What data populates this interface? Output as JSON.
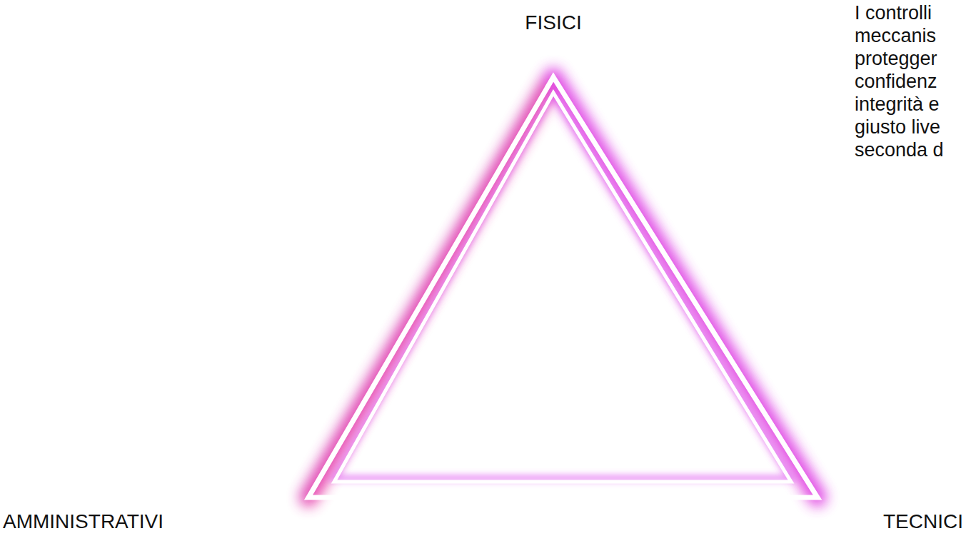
{
  "diagram": {
    "labels": [
      "FISICI",
      "AMMINISTRATIVI",
      "TECNICI",
      "I controlli meccanis protegger confidenz integrità e giusto live seconda d"
    ]
  }
}
